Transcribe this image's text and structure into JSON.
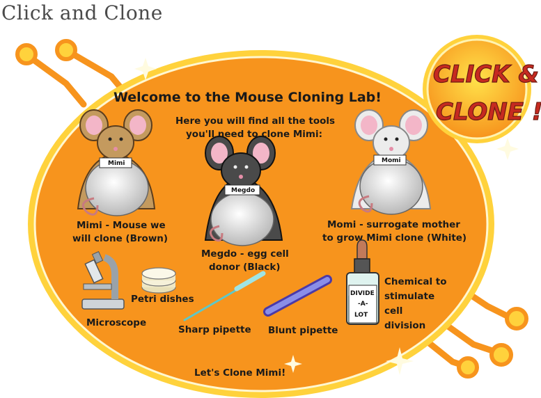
{
  "page_title": "Click and Clone",
  "logo": {
    "line1": "CLICK &",
    "line2": "CLONE !"
  },
  "heading": "Welcome to the Mouse Cloning Lab!",
  "intro": {
    "line1": "Here you will find all the tools",
    "line2": "you'll need to clone Mimi:"
  },
  "mice": {
    "mimi": {
      "badge": "Mimi",
      "caption1": "Mimi - Mouse we",
      "caption2": "will clone (Brown)",
      "color": "#c49a5e"
    },
    "megdo": {
      "badge": "Megdo",
      "caption1": "Megdo - egg cell",
      "caption2": "donor (Black)",
      "color": "#4a4a4a"
    },
    "momi": {
      "badge": "Momi",
      "caption1": "Momi - surrogate mother",
      "caption2": "to grow Mimi clone (White)",
      "color": "#ececec"
    }
  },
  "tools": {
    "microscope": "Microscope",
    "petri": "Petri dishes",
    "sharp_pipette": "Sharp pipette",
    "blunt_pipette": "Blunt pipette",
    "chemical": {
      "line1": "Chemical to",
      "line2": "stimulate",
      "line3": "cell",
      "line4": "division"
    },
    "bottle_label": {
      "line1": "DIVIDE",
      "line2": "-A-",
      "line3": "LOT"
    }
  },
  "start_link": "Let's Clone Mimi!",
  "colors": {
    "orange": "#f7941d",
    "yellow": "#ffd23c",
    "pink": "#f3b6c8",
    "dark_red": "#c62a20"
  }
}
